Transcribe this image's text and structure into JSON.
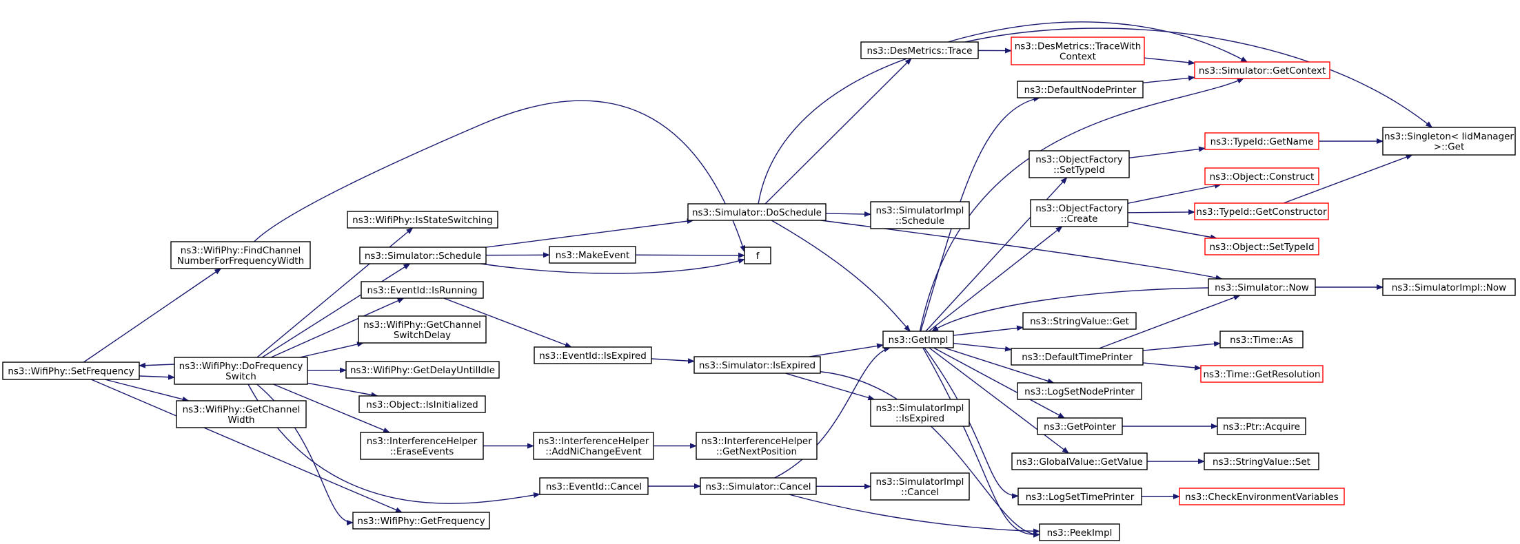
{
  "colors": {
    "edge": "#191970",
    "node_border": "#000000",
    "node_border_incomplete": "#ff0000",
    "root_fill": "#bfbfbf",
    "node_fill": "#ffffff",
    "text": "#000000"
  },
  "nodes": [
    {
      "id": "setfreq",
      "lines": [
        "ns3::WifiPhy::SetFrequency"
      ],
      "root": true
    },
    {
      "id": "findchan",
      "lines": [
        "ns3::WifiPhy::FindChannel",
        "NumberForFrequencyWidth"
      ]
    },
    {
      "id": "dofreq",
      "lines": [
        "ns3::WifiPhy::DoFrequency",
        "Switch"
      ]
    },
    {
      "id": "getchanwidth",
      "lines": [
        "ns3::WifiPhy::GetChannel",
        "Width"
      ]
    },
    {
      "id": "isstatesw",
      "lines": [
        "ns3::WifiPhy::IsStateSwitching"
      ]
    },
    {
      "id": "simschedule",
      "lines": [
        "ns3::Simulator::Schedule"
      ]
    },
    {
      "id": "evrunning",
      "lines": [
        "ns3::EventId::IsRunning"
      ]
    },
    {
      "id": "getchansw",
      "lines": [
        "ns3::WifiPhy::GetChannel",
        "SwitchDelay"
      ]
    },
    {
      "id": "getdelayidle",
      "lines": [
        "ns3::WifiPhy::GetDelayUntilIdle"
      ]
    },
    {
      "id": "objinit",
      "lines": [
        "ns3::Object::IsInitialized"
      ]
    },
    {
      "id": "iferase",
      "lines": [
        "ns3::InterferenceHelper",
        "::EraseEvents"
      ]
    },
    {
      "id": "getfreq",
      "lines": [
        "ns3::WifiPhy::GetFrequency"
      ]
    },
    {
      "id": "makeevent",
      "lines": [
        "ns3::MakeEvent"
      ]
    },
    {
      "id": "f",
      "lines": [
        "f"
      ]
    },
    {
      "id": "doschedule",
      "lines": [
        "ns3::Simulator::DoSchedule"
      ]
    },
    {
      "id": "evexpired",
      "lines": [
        "ns3::EventId::IsExpired"
      ]
    },
    {
      "id": "ifaddni",
      "lines": [
        "ns3::InterferenceHelper",
        "::AddNiChangeEvent"
      ]
    },
    {
      "id": "evcancel",
      "lines": [
        "ns3::EventId::Cancel"
      ]
    },
    {
      "id": "desmtrace",
      "lines": [
        "ns3::DesMetrics::Trace"
      ]
    },
    {
      "id": "simimplsched",
      "lines": [
        "ns3::SimulatorImpl",
        "::Schedule"
      ]
    },
    {
      "id": "simisexpired",
      "lines": [
        "ns3::Simulator::IsExpired"
      ]
    },
    {
      "id": "ifgetnext",
      "lines": [
        "ns3::InterferenceHelper",
        "::GetNextPosition"
      ]
    },
    {
      "id": "simcancel",
      "lines": [
        "ns3::Simulator::Cancel"
      ]
    },
    {
      "id": "desmtracectx",
      "lines": [
        "ns3::DesMetrics::TraceWith",
        "Context"
      ],
      "incomplete": true
    },
    {
      "id": "getimpl",
      "lines": [
        "ns3::GetImpl"
      ]
    },
    {
      "id": "simimplisexp",
      "lines": [
        "ns3::SimulatorImpl",
        "::IsExpired"
      ]
    },
    {
      "id": "simimplcancel",
      "lines": [
        "ns3::SimulatorImpl",
        "::Cancel"
      ]
    },
    {
      "id": "defnodeprinter",
      "lines": [
        "ns3::DefaultNodePrinter"
      ]
    },
    {
      "id": "objfactsettype",
      "lines": [
        "ns3::ObjectFactory",
        "::SetTypeId"
      ]
    },
    {
      "id": "objfactcreate",
      "lines": [
        "ns3::ObjectFactory",
        "::Create"
      ]
    },
    {
      "id": "stringvalget",
      "lines": [
        "ns3::StringValue::Get"
      ]
    },
    {
      "id": "deftimeprinter",
      "lines": [
        "ns3::DefaultTimePrinter"
      ]
    },
    {
      "id": "logsetnode",
      "lines": [
        "ns3::LogSetNodePrinter"
      ]
    },
    {
      "id": "getpointer",
      "lines": [
        "ns3::GetPointer"
      ]
    },
    {
      "id": "globalvalget",
      "lines": [
        "ns3::GlobalValue::GetValue"
      ]
    },
    {
      "id": "logsettime",
      "lines": [
        "ns3::LogSetTimePrinter"
      ]
    },
    {
      "id": "peekimpl",
      "lines": [
        "ns3::PeekImpl"
      ]
    },
    {
      "id": "simgetctx",
      "lines": [
        "ns3::Simulator::GetContext"
      ],
      "incomplete": true
    },
    {
      "id": "typeidgetname",
      "lines": [
        "ns3::TypeId::GetName"
      ],
      "incomplete": true
    },
    {
      "id": "objconstruct",
      "lines": [
        "ns3::Object::Construct"
      ],
      "incomplete": true
    },
    {
      "id": "typeidgetctor",
      "lines": [
        "ns3::TypeId::GetConstructor"
      ],
      "incomplete": true
    },
    {
      "id": "objsettype",
      "lines": [
        "ns3::Object::SetTypeId"
      ],
      "incomplete": true
    },
    {
      "id": "simnow",
      "lines": [
        "ns3::Simulator::Now"
      ]
    },
    {
      "id": "timeas",
      "lines": [
        "ns3::Time::As"
      ]
    },
    {
      "id": "timegetres",
      "lines": [
        "ns3::Time::GetResolution"
      ],
      "incomplete": true
    },
    {
      "id": "ptracquire",
      "lines": [
        "ns3::Ptr::Acquire"
      ]
    },
    {
      "id": "stringvalset",
      "lines": [
        "ns3::StringValue::Set"
      ]
    },
    {
      "id": "checkenv",
      "lines": [
        "ns3::CheckEnvironmentVariables"
      ],
      "incomplete": true
    },
    {
      "id": "singleton",
      "lines": [
        "ns3::Singleton< IidManager",
        ">::Get"
      ]
    },
    {
      "id": "simimplnow",
      "lines": [
        "ns3::SimulatorImpl::Now"
      ]
    }
  ],
  "edges": [
    [
      "setfreq",
      "findchan"
    ],
    [
      "setfreq",
      "dofreq"
    ],
    [
      "dofreq",
      "setfreq"
    ],
    [
      "setfreq",
      "getchanwidth"
    ],
    [
      "setfreq",
      "getfreq"
    ],
    [
      "findchan",
      "f"
    ],
    [
      "dofreq",
      "isstatesw"
    ],
    [
      "dofreq",
      "simschedule"
    ],
    [
      "dofreq",
      "evrunning"
    ],
    [
      "dofreq",
      "getchansw"
    ],
    [
      "dofreq",
      "getdelayidle"
    ],
    [
      "dofreq",
      "objinit"
    ],
    [
      "dofreq",
      "iferase"
    ],
    [
      "dofreq",
      "getfreq"
    ],
    [
      "dofreq",
      "evcancel"
    ],
    [
      "simschedule",
      "makeevent"
    ],
    [
      "simschedule",
      "f"
    ],
    [
      "simschedule",
      "doschedule"
    ],
    [
      "makeevent",
      "f"
    ],
    [
      "evrunning",
      "evexpired"
    ],
    [
      "iferase",
      "ifaddni"
    ],
    [
      "ifaddni",
      "ifgetnext"
    ],
    [
      "evexpired",
      "simisexpired"
    ],
    [
      "evcancel",
      "simcancel"
    ],
    [
      "doschedule",
      "desmtrace"
    ],
    [
      "doschedule",
      "simimplsched"
    ],
    [
      "doschedule",
      "getimpl"
    ],
    [
      "doschedule",
      "simnow"
    ],
    [
      "doschedule",
      "singleton"
    ],
    [
      "desmtrace",
      "desmtracectx"
    ],
    [
      "desmtrace",
      "simgetctx"
    ],
    [
      "desmtracectx",
      "simgetctx"
    ],
    [
      "simisexpired",
      "getimpl"
    ],
    [
      "simisexpired",
      "simimplisexp"
    ],
    [
      "simisexpired",
      "peekimpl"
    ],
    [
      "simcancel",
      "getimpl"
    ],
    [
      "simcancel",
      "simimplcancel"
    ],
    [
      "simcancel",
      "peekimpl"
    ],
    [
      "getimpl",
      "defnodeprinter"
    ],
    [
      "getimpl",
      "objfactsettype"
    ],
    [
      "getimpl",
      "objfactcreate"
    ],
    [
      "getimpl",
      "stringvalget"
    ],
    [
      "getimpl",
      "deftimeprinter"
    ],
    [
      "getimpl",
      "logsetnode"
    ],
    [
      "getimpl",
      "getpointer"
    ],
    [
      "getimpl",
      "globalvalget"
    ],
    [
      "getimpl",
      "logsettime"
    ],
    [
      "getimpl",
      "peekimpl"
    ],
    [
      "getimpl",
      "simgetctx"
    ],
    [
      "defnodeprinter",
      "simgetctx"
    ],
    [
      "objfactsettype",
      "typeidgetname"
    ],
    [
      "objfactcreate",
      "objconstruct"
    ],
    [
      "objfactcreate",
      "typeidgetctor"
    ],
    [
      "objfactcreate",
      "objsettype"
    ],
    [
      "typeidgetname",
      "singleton"
    ],
    [
      "typeidgetctor",
      "singleton"
    ],
    [
      "simnow",
      "getimpl"
    ],
    [
      "simnow",
      "simimplnow"
    ],
    [
      "deftimeprinter",
      "simnow"
    ],
    [
      "deftimeprinter",
      "timeas"
    ],
    [
      "deftimeprinter",
      "timegetres"
    ],
    [
      "getpointer",
      "ptracquire"
    ],
    [
      "globalvalget",
      "stringvalset"
    ],
    [
      "logsettime",
      "checkenv"
    ]
  ]
}
